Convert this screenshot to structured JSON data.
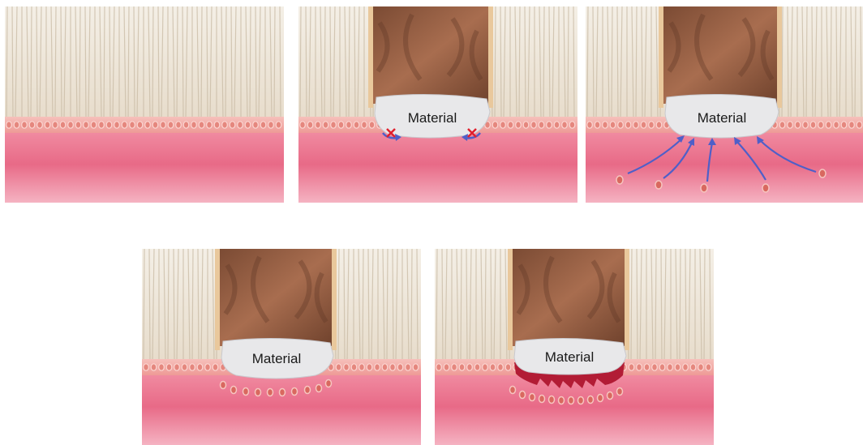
{
  "figure": {
    "material_label": "Material",
    "colors": {
      "tubules": "#ede6d8",
      "tubule_shadow": "#c9bba5",
      "odontoblast_layer": "#f1a7a3",
      "odontoblast_cell": "#e5877e",
      "pulp": "#e35d7c",
      "pulp_light": "#f3a2b4",
      "cavity": "#8a5a41",
      "material": "#e8e8ea",
      "arrow": "#4f5fc8",
      "x_mark": "#e0202e",
      "reparative_dentin": "#b21c35",
      "migrating_cell": "#d9685f"
    },
    "panels": [
      {
        "id": "intact-dentin",
        "has_cavity": false,
        "has_material": false,
        "blocked_arrows": false,
        "migration_arrows": false,
        "cell_row": false,
        "bridge": false
      },
      {
        "id": "material-applied",
        "has_cavity": true,
        "has_material": true,
        "blocked_arrows": true,
        "migration_arrows": false,
        "cell_row": false,
        "bridge": false
      },
      {
        "id": "cell-recruitment",
        "has_cavity": true,
        "has_material": true,
        "blocked_arrows": false,
        "migration_arrows": true,
        "cell_row": false,
        "bridge": false
      },
      {
        "id": "cell-alignment",
        "has_cavity": true,
        "has_material": true,
        "blocked_arrows": false,
        "migration_arrows": false,
        "cell_row": true,
        "bridge": false
      },
      {
        "id": "dentin-bridge",
        "has_cavity": true,
        "has_material": true,
        "blocked_arrows": false,
        "migration_arrows": false,
        "cell_row": true,
        "bridge": true
      }
    ]
  }
}
